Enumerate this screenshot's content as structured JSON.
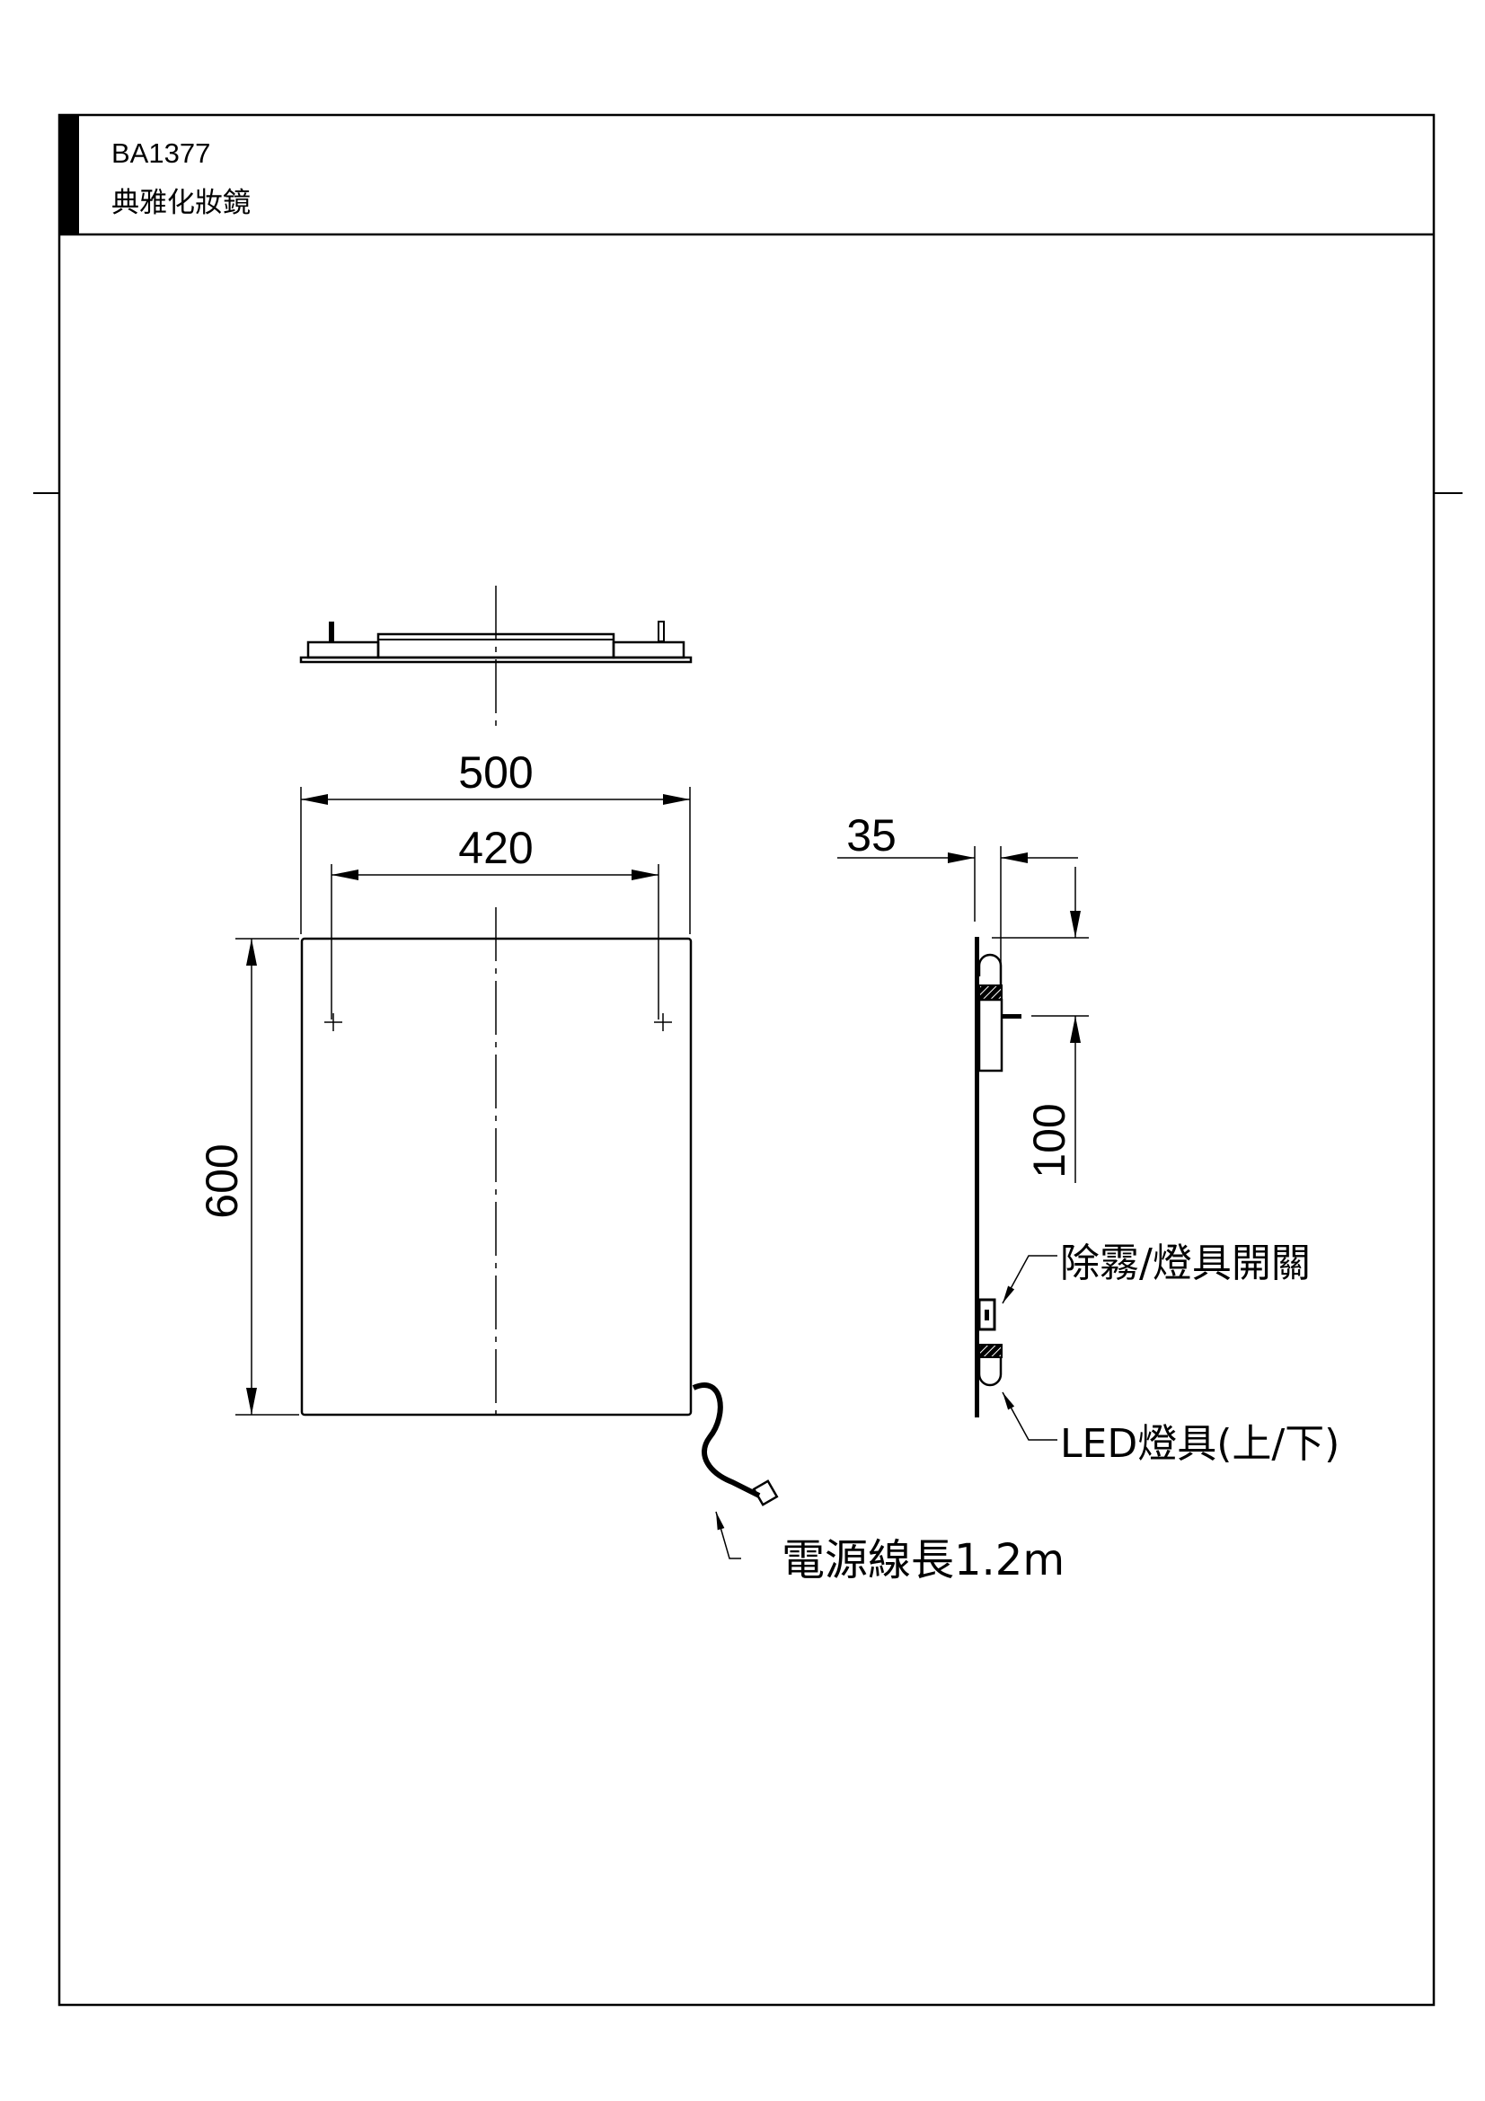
{
  "header": {
    "model": "BA1377",
    "product_name": "典雅化妝鏡"
  },
  "dimensions": {
    "overall_width": "500",
    "mount_spacing": "420",
    "height": "600",
    "depth": "35",
    "mount_offset": "100"
  },
  "callouts": {
    "switch": "除霧/燈具開關",
    "led": "LED燈具(上/下)",
    "power_cord": "電源線長1.2m"
  }
}
